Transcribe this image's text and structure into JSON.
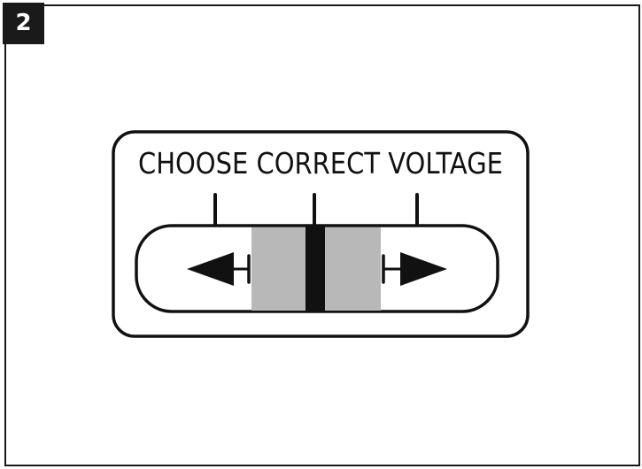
{
  "figure": {
    "step_number": "2",
    "label_title": "CHOOSE CORRECT VOLTAGE",
    "switch": {
      "positions": 3,
      "selected": "center",
      "left_arrow": "arrow-left",
      "right_arrow": "arrow-right"
    },
    "colors": {
      "stroke": "#111111",
      "slider_fill": "#b8b8b8",
      "indicator": "#111111",
      "background": "#ffffff"
    }
  }
}
